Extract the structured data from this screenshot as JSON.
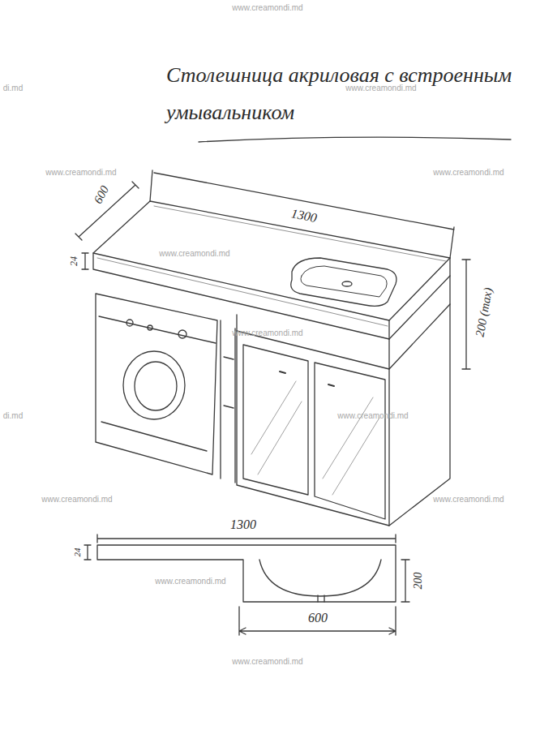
{
  "diagram": {
    "title": "Столешница акриловая с встроенным умывальником",
    "labels": [
      "600",
      "24",
      "1300",
      "200 (max)",
      "1300",
      "24",
      "200",
      "600",
      "www.creamondi.md",
      "di.md",
      "www.creamondi.md",
      "www.creamondi.md",
      "www.creamondi.md",
      "www.creamondi.md",
      "www.creamondi.md",
      "di.md",
      "www.creamondi.md",
      "www.creamondi.md",
      "www.creamondi.md",
      "www.creamondi.md",
      "www.creamondi.md"
    ]
  }
}
